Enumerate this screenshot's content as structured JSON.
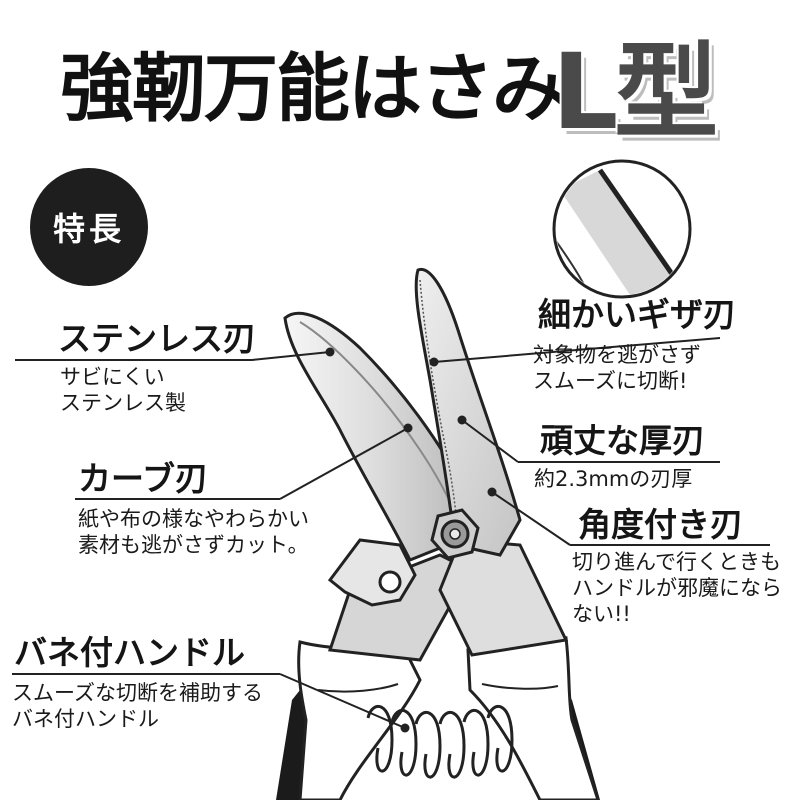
{
  "title": {
    "main": "強靭万能はさみ",
    "type": "L型"
  },
  "badge": "特長",
  "features": {
    "stainless": {
      "title": "ステンレス刃",
      "lines": [
        "サビにくい",
        "ステンレス製"
      ]
    },
    "curve": {
      "title": "カーブ刃",
      "lines": [
        "紙や布の様なやわらかい",
        "素材も逃がさずカット。"
      ]
    },
    "spring": {
      "title": "バネ付ハンドル",
      "lines": [
        "スムーズな切断を補助する",
        "バネ付ハンドル"
      ]
    },
    "serrated": {
      "title": "細かいギザ刃",
      "lines": [
        "対象物を逃がさず",
        "スムーズに切断!"
      ]
    },
    "thick": {
      "title": "頑丈な厚刃",
      "lines": [
        "約2.3mmの刃厚"
      ]
    },
    "angled": {
      "title": "角度付き刃",
      "lines": [
        "切り進んで行くときも",
        "ハンドルが邪魔になら",
        "ない!!"
      ]
    }
  },
  "icons": [
    "scissors-illustration",
    "serrated-edge-detail-icon"
  ]
}
